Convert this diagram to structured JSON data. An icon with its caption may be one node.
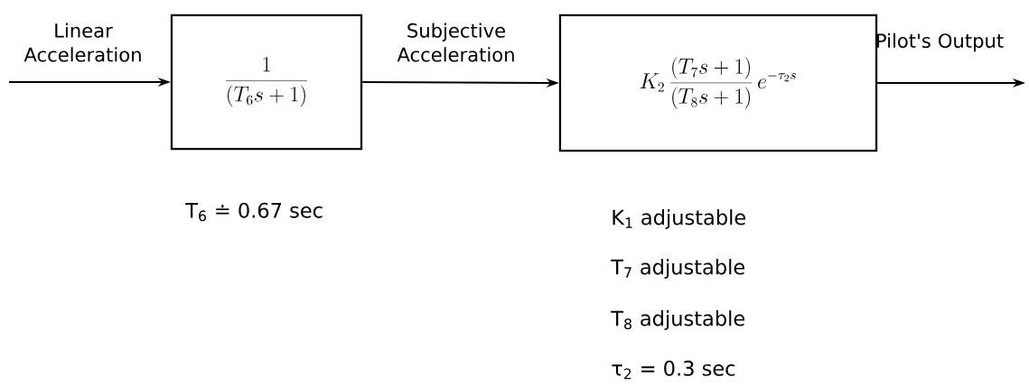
{
  "diagram": {
    "nodes": [
      {
        "text": [
          "\\frac{1}{(T_6 s+1)}"
        ]
      },
      {
        "text": [
          "K_2\\,\\frac{(T_7 s+1)}{(T_8 s+1)}\\,e^{-\\tau_2 s}"
        ]
      }
    ],
    "edges": [
      {
        "from": null,
        "to": 0,
        "arrow": "to",
        "label": "Linear Acceleration"
      },
      {
        "from": 0,
        "to": 1,
        "arrow": "to",
        "label": "Subjective Acceleration"
      },
      {
        "from": 1,
        "to": null,
        "arrow": "to",
        "label": "Pilot's Output"
      }
    ],
    "labels": [
      "T$_{6}$ ≐ 0.67 sec",
      "K$_{1}$  adjustable",
      "T$_{7}$  adjustable",
      "T$_{8}$  adjustable",
      "τ$_{2}$ = 0.3 sec"
    ]
  }
}
